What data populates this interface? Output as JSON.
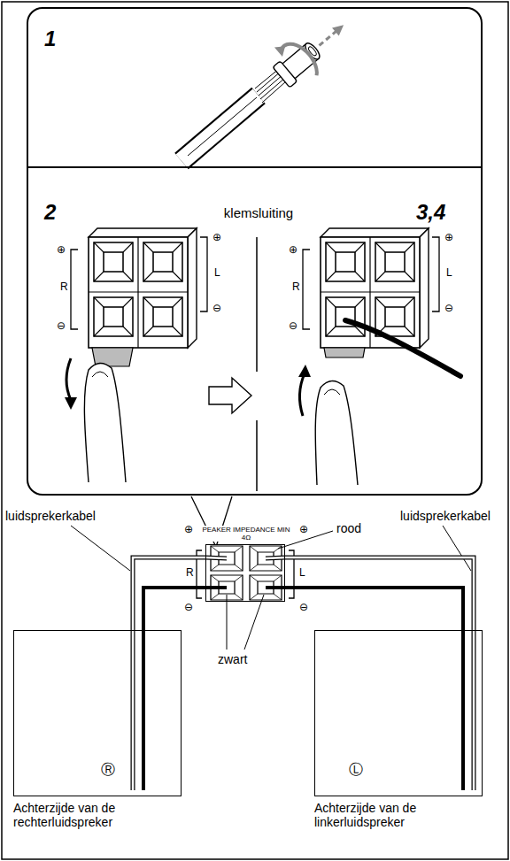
{
  "diagram": {
    "nodes": [
      {
        "text": [
          "1"
        ]
      },
      {
        "text": [
          "2",
          "klemsluiting",
          "3,4"
        ]
      },
      {
        "text": [
          "PEAKER IMPEDANCE MIN 4Ω"
        ]
      },
      {
        "text": [
          "Ⓡ",
          "Achterzijde van de rechterluidspreker"
        ]
      },
      {
        "text": [
          "Ⓛ",
          "Achterzijde van de linkerluidspreker"
        ]
      }
    ],
    "edges": [
      {
        "from": 3,
        "to": 2,
        "arrow": "none"
      },
      {
        "from": 3,
        "to": 2,
        "arrow": "none"
      },
      {
        "from": 4,
        "to": 2,
        "arrow": "none"
      },
      {
        "from": 4,
        "to": 2,
        "arrow": "none"
      }
    ],
    "labels": [
      "⊕",
      "R",
      "⊖",
      "⊕",
      "L",
      "⊖",
      "⊕",
      "R",
      "⊖",
      "⊕",
      "L",
      "⊖",
      "⊕",
      "R",
      "⊖",
      "⊕",
      "L",
      "⊖",
      "rood",
      "luidsprekerkabel",
      "luidsprekerkabel",
      "zwart"
    ]
  }
}
